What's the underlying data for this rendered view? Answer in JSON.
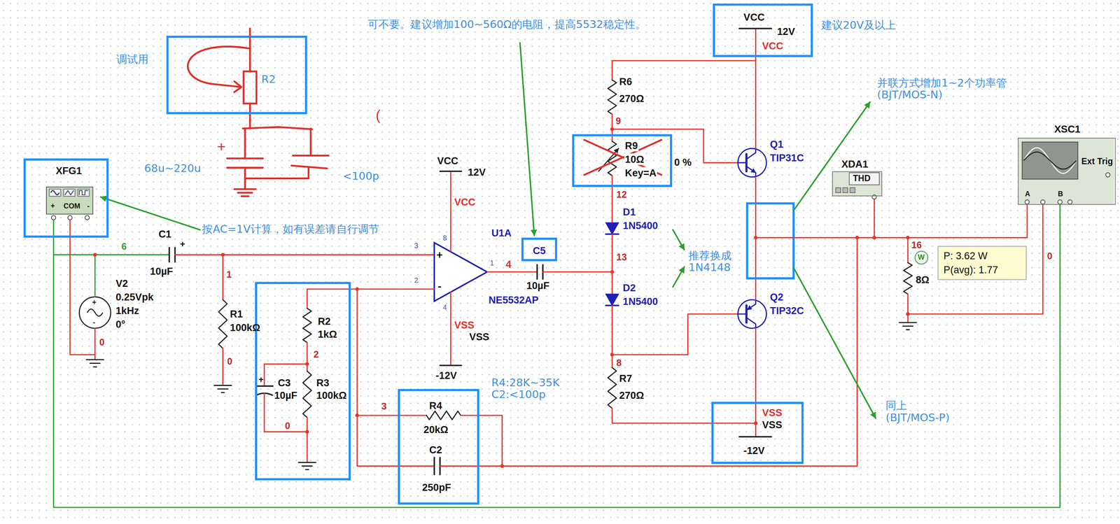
{
  "diagram": {
    "nodes": [
      {
        "text": [
          "调试用",
          "R2"
        ]
      },
      {
        "text": [
          "VCC",
          "12V",
          "VCC"
        ]
      },
      {
        "text": [
          "R9",
          "10Ω",
          "Key=A"
        ]
      },
      {
        "text": [
          "XSC1",
          "Ext Trig",
          "A",
          "B"
        ]
      },
      {
        "text": [
          "XDA1",
          "THD"
        ]
      },
      {
        "text": [
          "XFG1",
          "+",
          "COM",
          "-"
        ]
      },
      {
        "text": [
          "C5"
        ]
      },
      {
        "text": [
          "P: 3.62 W",
          "P(avg): 1.77"
        ]
      },
      {
        "text": [
          "R2",
          "1kΩ",
          "2",
          "R3",
          "100kΩ",
          "C3",
          "10µF",
          "0",
          "+"
        ]
      },
      {
        "text": [
          "R4",
          "20kΩ",
          "C2",
          "250pF"
        ]
      },
      {
        "text": [
          "VSS",
          "VSS",
          "-12V"
        ]
      }
    ],
    "labels": [
      "可不要。建议增加100~560Ω的电阻，提高5532稳定性。",
      "建议20V及以上",
      "68u~220u",
      "<100p",
      "+",
      "(",
      "按AC=1V计算，如有误差请自行调节",
      "并联方式增加1~2个功率管 (BJT/MOS-N)",
      "推荐换成 1N4148",
      "同上 (BJT/MOS-P)",
      "R4:28K~35K C2:<100p",
      "0 %",
      "R6",
      "270Ω",
      "9",
      "Q1",
      "TIP31C",
      "12",
      "D1",
      "1N5400",
      "13",
      "D2",
      "1N5400",
      "8",
      "Q2",
      "TIP32C",
      "R7",
      "270Ω",
      "16",
      "W",
      "8Ω",
      "0",
      "C1",
      "10µF",
      "+",
      "6",
      "V2",
      "0.25Vpk",
      "1kHz",
      "0°",
      "+",
      "-",
      "0",
      "1",
      "R1",
      "100kΩ",
      "0",
      "VCC",
      "12V",
      "VCC",
      "8",
      "3",
      "2",
      "+",
      "-",
      "1",
      "4",
      "U1A",
      "4",
      "NE5532AP",
      "VSS",
      "VSS",
      "-12V",
      "10µF",
      "3"
    ]
  }
}
